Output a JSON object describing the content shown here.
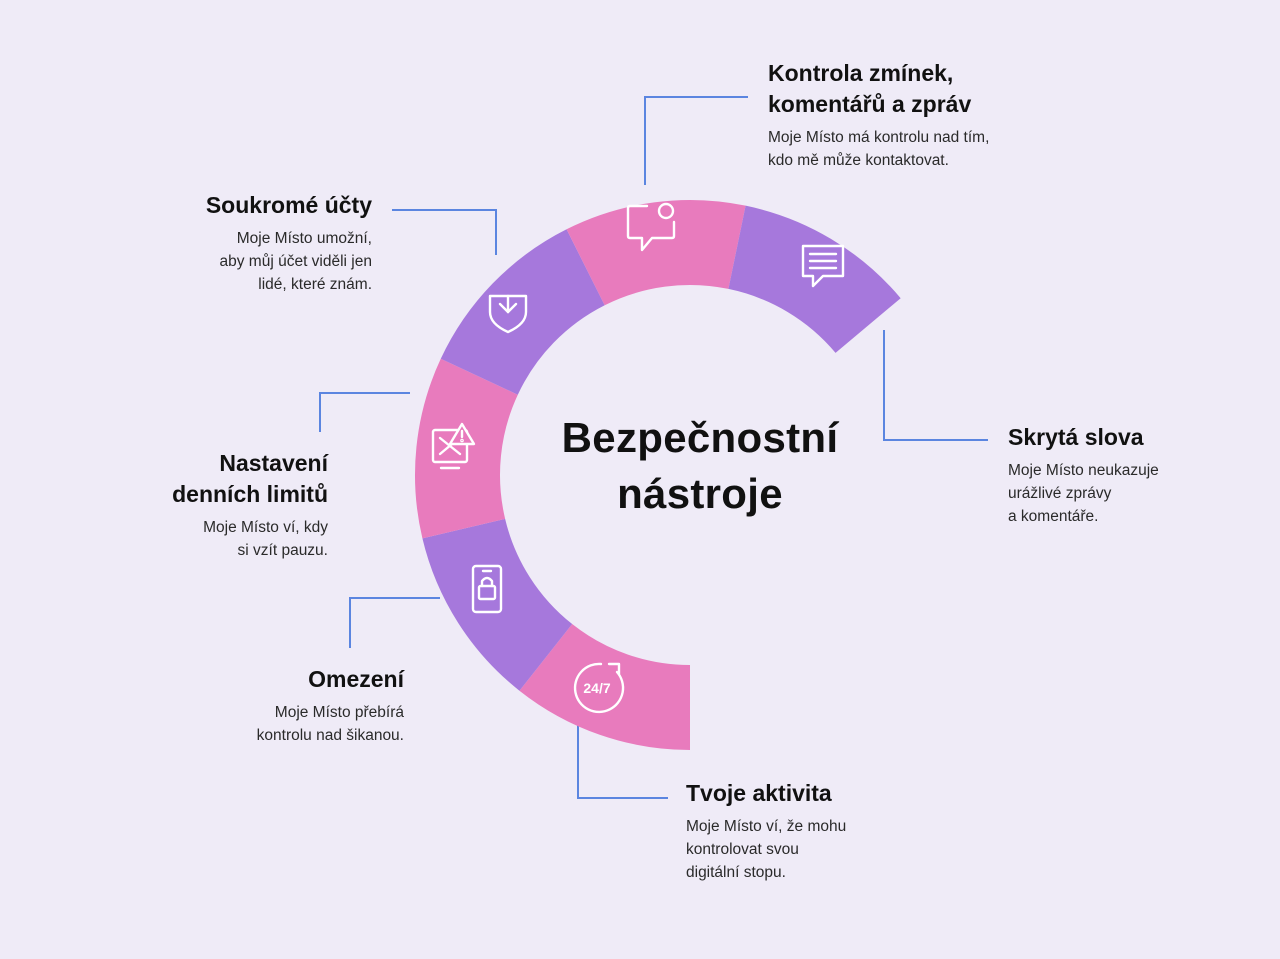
{
  "title_lines": [
    "Bezpečnostní",
    "nástroje"
  ],
  "colors": {
    "background": "#efebf7",
    "pink": "#e87bbd",
    "purple": "#a678dc",
    "connector": "#5b85e0",
    "icon_stroke": "#ffffff"
  },
  "segments": [
    {
      "name": "Tvoje aktivita",
      "color": "pink",
      "icon": "clock-24-7-icon"
    },
    {
      "name": "Omezení",
      "color": "purple",
      "icon": "phone-lock-icon"
    },
    {
      "name": "Nastavení denních limitů",
      "color": "pink",
      "icon": "screen-warning-icon"
    },
    {
      "name": "Soukromé účty",
      "color": "purple",
      "icon": "shield-icon"
    },
    {
      "name": "Kontrola zmínek, komentářů a zpráv",
      "color": "pink",
      "icon": "chat-notification-icon"
    },
    {
      "name": "Skrytá slova",
      "color": "purple",
      "icon": "message-lines-icon"
    }
  ],
  "callouts": {
    "kontrola": {
      "title_lines": [
        "Kontrola zmínek,",
        "komentářů a zpráv"
      ],
      "desc_lines": [
        "Moje Místo má kontrolu nad tím,",
        "kdo mě může kontaktovat."
      ]
    },
    "soukrome": {
      "title_lines": [
        "Soukromé účty"
      ],
      "desc_lines": [
        "Moje Místo umožní,",
        "aby můj účet viděli jen",
        "lidé, které znám."
      ]
    },
    "skryta": {
      "title_lines": [
        "Skrytá slova"
      ],
      "desc_lines": [
        "Moje Místo neukazuje",
        "urážlivé zprávy",
        "a komentáře."
      ]
    },
    "nastaveni": {
      "title_lines": [
        "Nastavení",
        "denních limitů"
      ],
      "desc_lines": [
        "Moje Místo ví, kdy",
        "si vzít pauzu."
      ]
    },
    "omezeni": {
      "title_lines": [
        "Omezení"
      ],
      "desc_lines": [
        "Moje Místo přebírá",
        "kontrolu nad šikanou."
      ]
    },
    "aktivita": {
      "title_lines": [
        "Tvoje aktivita"
      ],
      "desc_lines": [
        "Moje Místo ví, že mohu",
        "kontrolovat svou",
        "digitální stopu."
      ]
    }
  },
  "icons": {
    "chat": "chat-notification-icon",
    "message": "message-lines-icon",
    "shield": "shield-icon",
    "screen": "screen-warning-icon",
    "phone": "phone-lock-icon",
    "clock": "clock-24-7-icon"
  },
  "clock_label": "24/7"
}
